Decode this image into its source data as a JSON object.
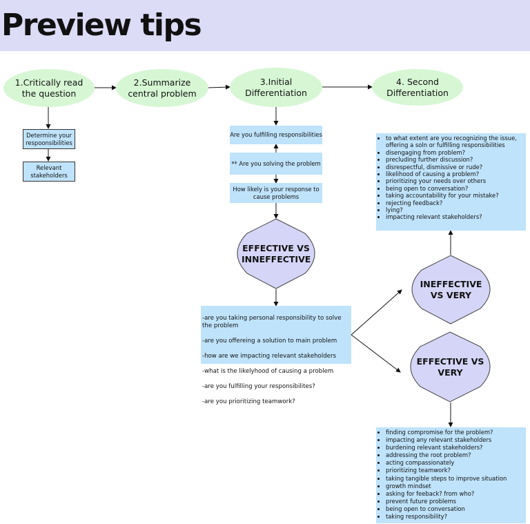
{
  "title": "Preview tips",
  "colors": {
    "header_bg": "#dcdcf7",
    "oval_fill": "#d7f7d4",
    "box_fill": "#bfe3fb",
    "diamond_fill": "#d5d5f7"
  },
  "steps": {
    "step1": "1.Critically read the question",
    "step2": "2.Summarize central problem",
    "step3": "3.Initial Differentiation",
    "step4": "4. Second Differentiation"
  },
  "step1_boxes": {
    "responsibilities": "Determine your respoonsibilities",
    "stakeholders": "Relevant stakeholders"
  },
  "step3_boxes": {
    "fulfilling": "Are you fulfilling responsibilities",
    "solving": "** Are you solving the problem",
    "likely": "How likely is your response to cause problems"
  },
  "diamonds": {
    "effective_vs_ineffective": "EFFECTIVE VS INNEFFECTIVE",
    "ineffective_vs_very": "INEFFECTIVE VS VERY",
    "effective_vs_very": "EFFECTIVE VS VERY"
  },
  "effective_questions": [
    "-are you taking personal responsibility to solve the problem",
    "-are you offereing a solution to main problem",
    "-how are we impacting relevant stakeholders",
    "-what is the likelyhood of causing a problem",
    "-are you fulfilling your responsibilites?",
    "-are you prioritizing teamwork?"
  ],
  "ineffective_list": [
    "to what extent are you recognizing the issue, offering a soln or fulfilling responsibilities",
    "disengaging from problem?",
    "precluding further discussion?",
    "disrespectful, dismissive or rude?",
    "likelihood of causing a problem?",
    "prioritizing your needs over others",
    "being open to conversation?",
    "taking accountability for your mistake?",
    "rejecting feedback?",
    "lying?",
    "impacting relevant stakeholders?"
  ],
  "very_list": [
    "finding compromise for the problem?",
    "impacting any relevant stakeholders",
    "burdening relevant stakeholders?",
    "addressing the root problem?",
    "acting compassionately",
    "prioritizing teamwork?",
    "taking tangible steps to improve situation",
    "growth mindset",
    "asking for feeback? from who?",
    "prevent future problems",
    "being open to conversation",
    "taking responsibility?"
  ]
}
